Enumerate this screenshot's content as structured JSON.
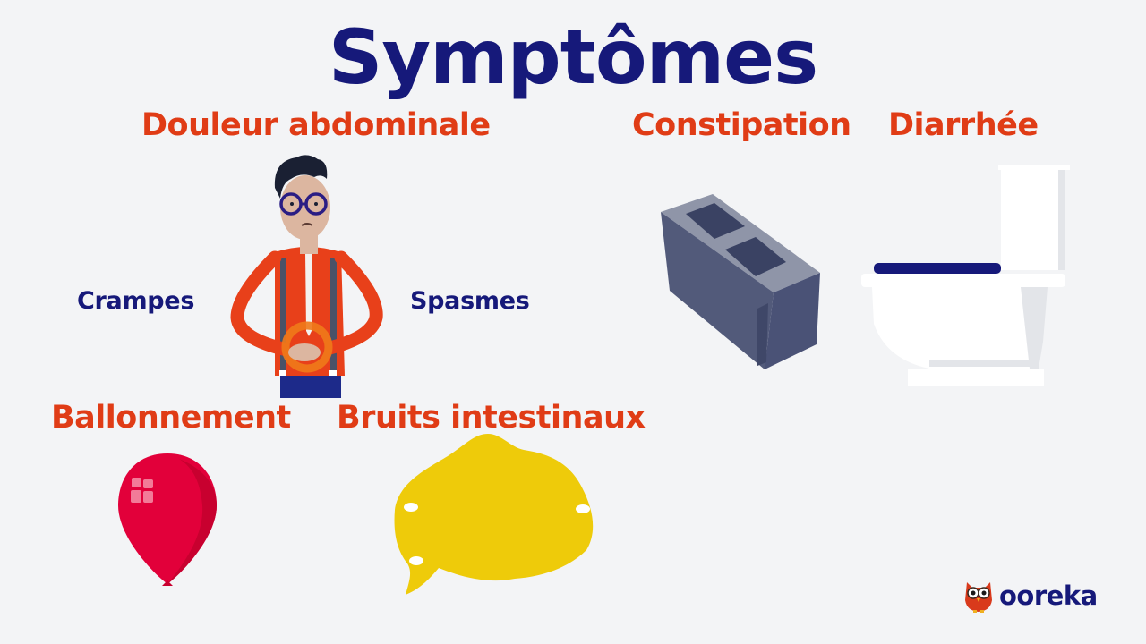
{
  "slide": {
    "title": "Symptômes",
    "colors": {
      "background": "#f3f4f6",
      "title": "#16197a",
      "heading": "#e03c16",
      "sublabel": "#16197a",
      "balloon": "#e2003a",
      "speech_bubble": "#eecb0a",
      "toilet_seat": "#16197a"
    }
  },
  "symptoms": {
    "abdominal_pain": {
      "label": "Douleur abdominale",
      "illustration": "man-holding-stomach",
      "sub_labels": [
        "Crampes",
        "Spasmes"
      ]
    },
    "constipation": {
      "label": "Constipation",
      "illustration": "cinder-block"
    },
    "diarrhea": {
      "label": "Diarrhée",
      "illustration": "toilet"
    },
    "bloating": {
      "label": "Ballonnement",
      "illustration": "red-balloon"
    },
    "bowel_sounds": {
      "label": "Bruits intestinaux",
      "illustration": "yellow-speech-bubble"
    }
  },
  "branding": {
    "logo_text": "ooreka",
    "logo_icon": "owl-icon"
  }
}
